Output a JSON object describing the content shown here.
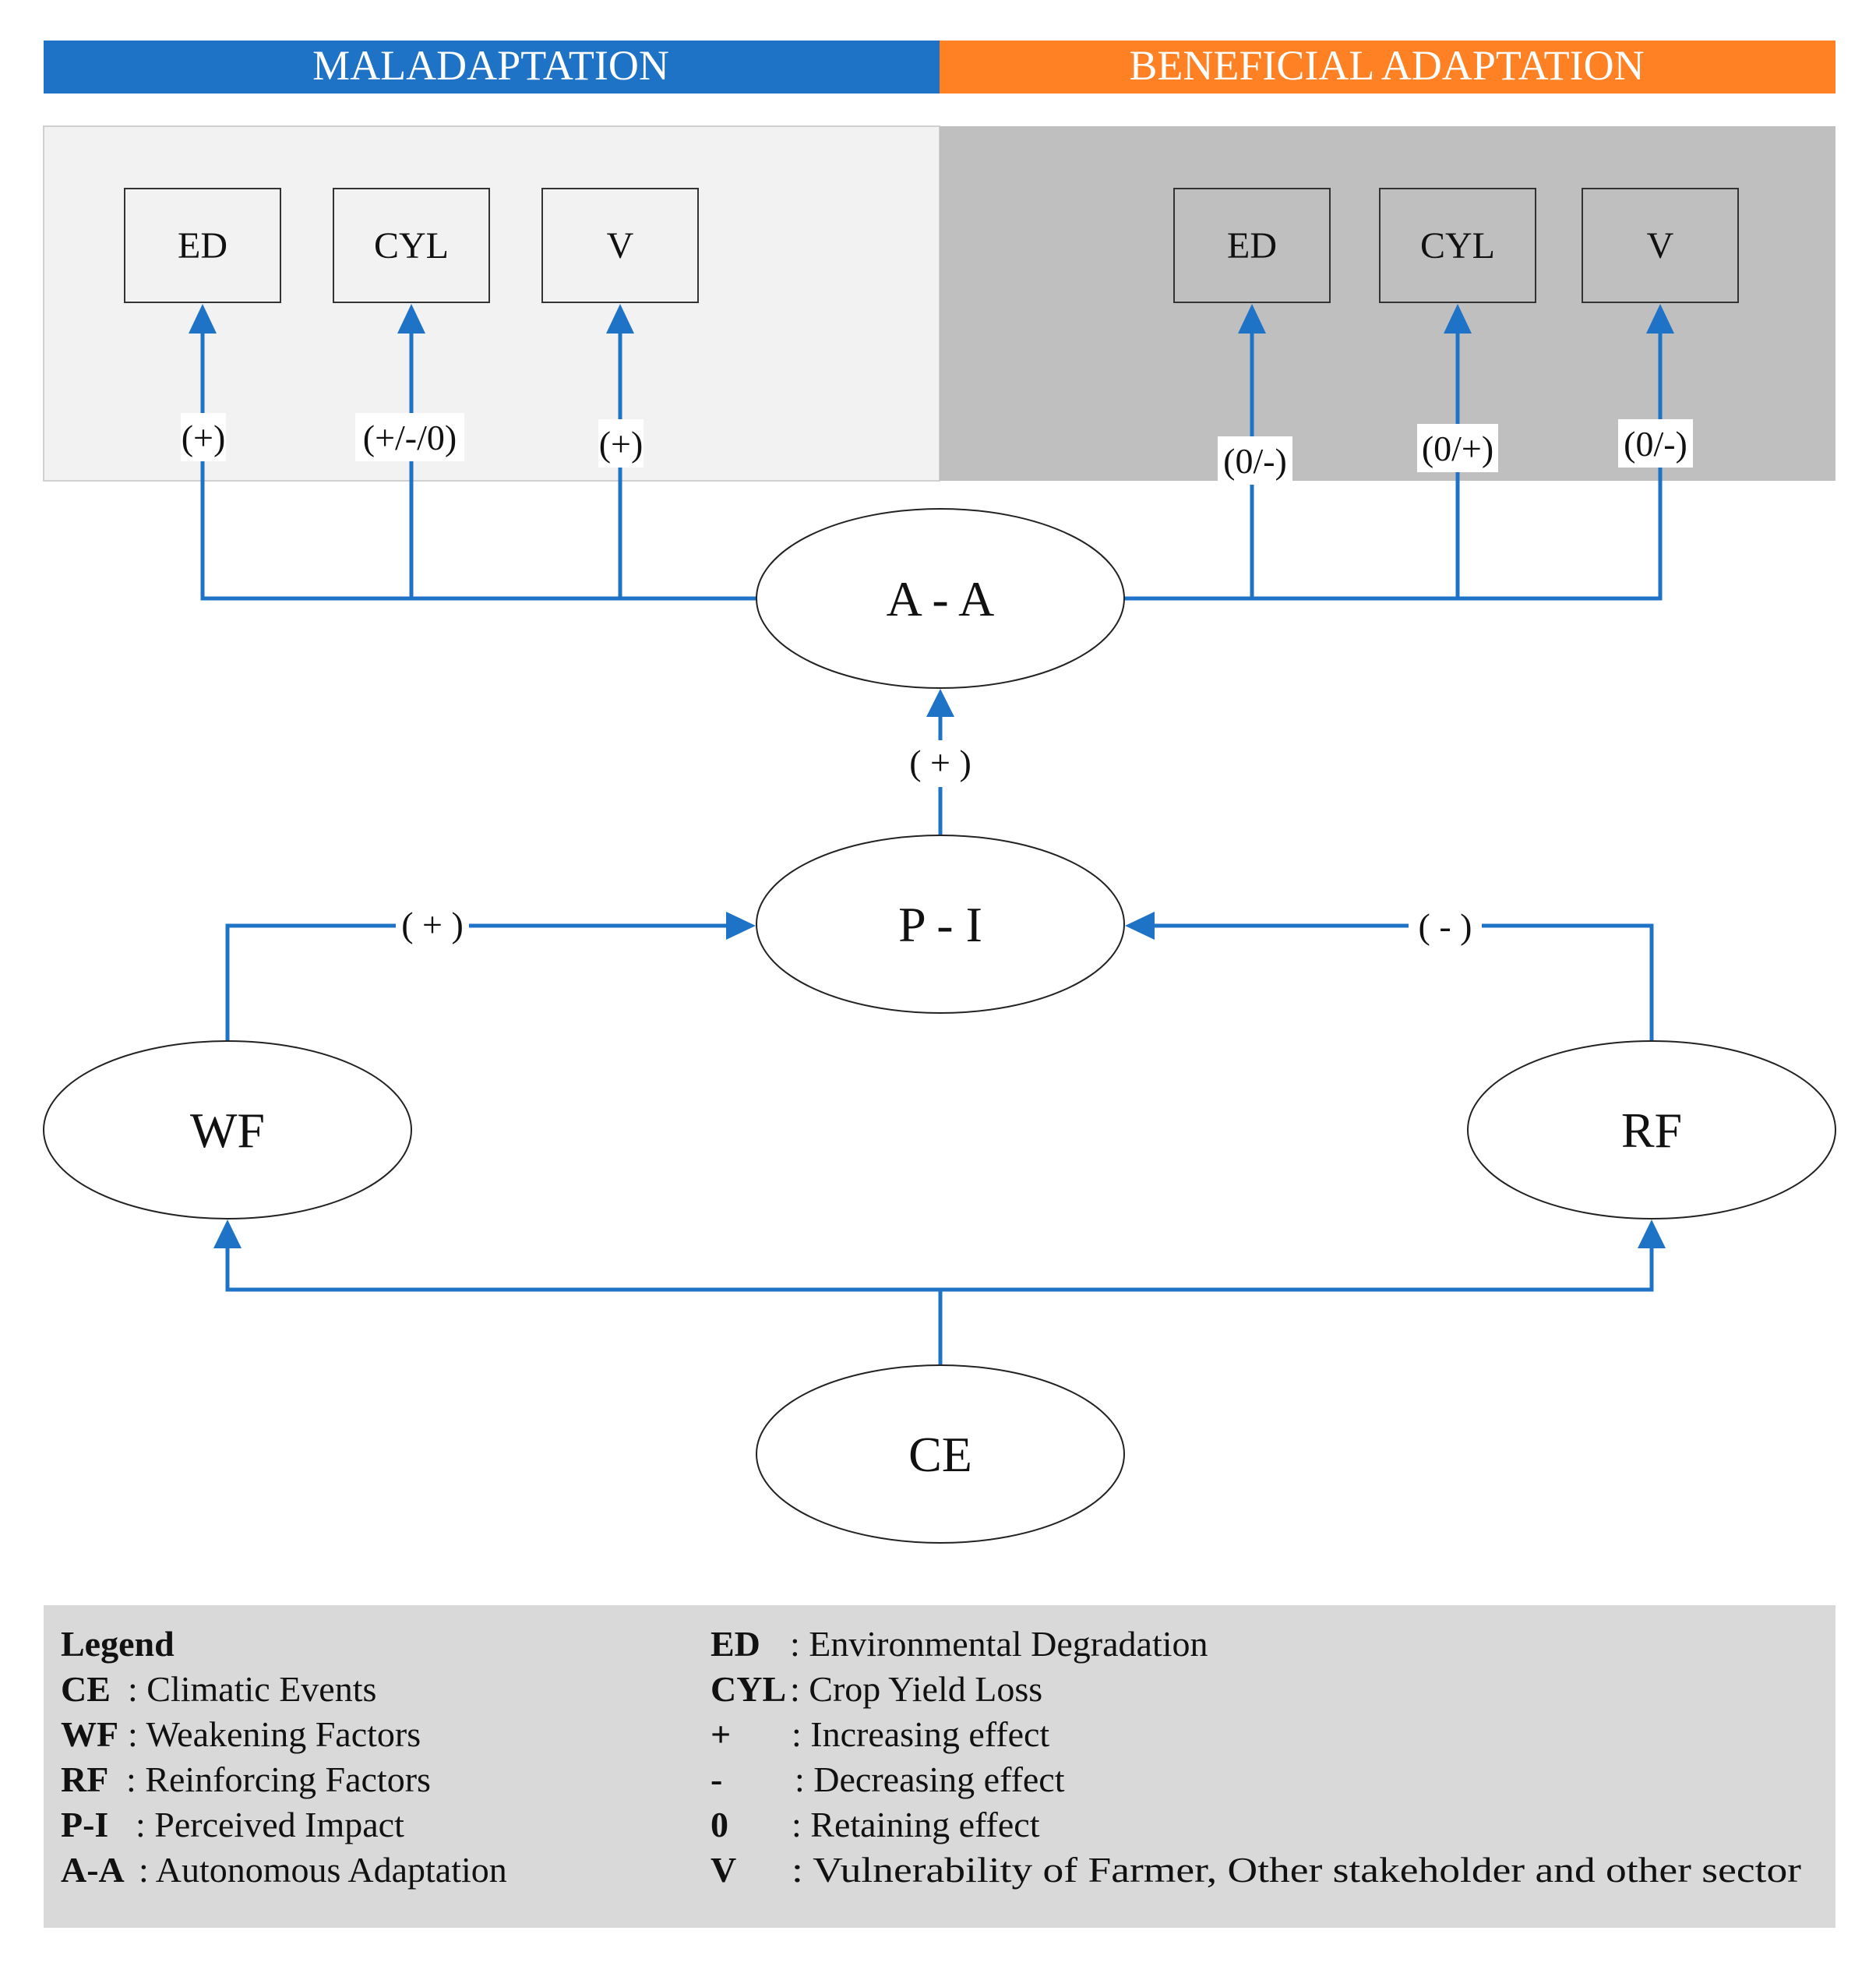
{
  "header": {
    "left_label": "MALADAPTATION",
    "right_label": "BENEFICIAL ADAPTATION",
    "left_color": "#1f73c6",
    "right_color": "#ff8124"
  },
  "panels": {
    "left_color": "#f2f2f2",
    "right_color": "#bfbfbf"
  },
  "boxes": {
    "left": [
      "ED",
      "CYL",
      "V"
    ],
    "right": [
      "ED",
      "CYL",
      "V"
    ]
  },
  "nodes": {
    "aa": "A - A",
    "pi": "P - I",
    "wf": "WF",
    "rf": "RF",
    "ce": "CE"
  },
  "edge_labels": {
    "left": [
      "(+)",
      "(+/-/0)",
      "(+)"
    ],
    "right": [
      "(0/-)",
      "(0/+)",
      "(0/-)"
    ],
    "pi_to_aa": "( + )",
    "wf_to_pi": "( + )",
    "rf_to_pi": "( - )"
  },
  "legend": {
    "title": "Legend",
    "left": [
      {
        "key": "CE",
        "desc": ": Climatic Events"
      },
      {
        "key": "WF",
        "desc": ": Weakening Factors"
      },
      {
        "key": "RF",
        "desc": ": Reinforcing Factors"
      },
      {
        "key": "P-I",
        "desc": ": Perceived Impact"
      },
      {
        "key": "A-A",
        "desc": ": Autonomous Adaptation"
      }
    ],
    "right": [
      {
        "key": "ED",
        "desc": ": Environmental Degradation"
      },
      {
        "key": "CYL",
        "desc": ": Crop Yield Loss"
      },
      {
        "key": "+",
        "desc": ": Increasing effect"
      },
      {
        "key": "-",
        "desc": ": Decreasing effect"
      },
      {
        "key": "0",
        "desc": ": Retaining effect"
      },
      {
        "key": "V",
        "desc": ": Vulnerability of Farmer, Other stakeholder and other sector"
      }
    ],
    "background_color": "#d9d9d9"
  }
}
